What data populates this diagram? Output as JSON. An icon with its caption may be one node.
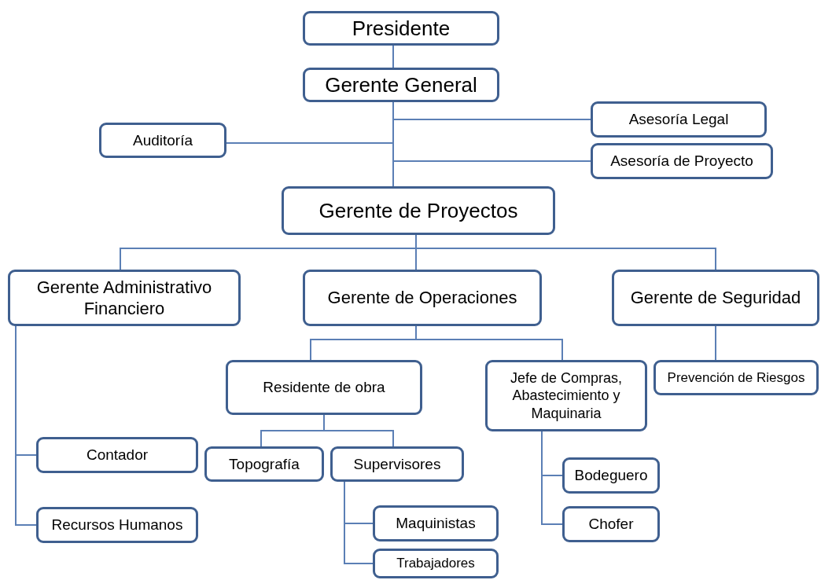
{
  "diagram": {
    "nodes": [
      {
        "text": [
          "Presidente"
        ]
      },
      {
        "text": [
          "Gerente General"
        ]
      },
      {
        "text": [
          "Auditoría"
        ]
      },
      {
        "text": [
          "Asesoría Legal"
        ]
      },
      {
        "text": [
          "Asesoría de Proyecto"
        ]
      },
      {
        "text": [
          "Gerente de Proyectos"
        ]
      },
      {
        "text": [
          "Gerente Administrativo Financiero"
        ]
      },
      {
        "text": [
          "Gerente de Operaciones"
        ]
      },
      {
        "text": [
          "Gerente de Seguridad"
        ]
      },
      {
        "text": [
          "Residente de obra"
        ]
      },
      {
        "text": [
          "Jefe de Compras, Abastecimiento y Maquinaria"
        ]
      },
      {
        "text": [
          "Prevención de Riesgos"
        ]
      },
      {
        "text": [
          "Contador"
        ]
      },
      {
        "text": [
          "Recursos Humanos"
        ]
      },
      {
        "text": [
          "Topografía"
        ]
      },
      {
        "text": [
          "Supervisores"
        ]
      },
      {
        "text": [
          "Maquinistas"
        ]
      },
      {
        "text": [
          "Trabajadores"
        ]
      },
      {
        "text": [
          "Bodeguero"
        ]
      },
      {
        "text": [
          "Chofer"
        ]
      }
    ],
    "edges": [
      {
        "from": 0,
        "to": 1,
        "arrow": "none"
      },
      {
        "from": 1,
        "to": 5,
        "arrow": "none"
      },
      {
        "from": 1,
        "to": 2,
        "arrow": "none"
      },
      {
        "from": 1,
        "to": 3,
        "arrow": "none"
      },
      {
        "from": 1,
        "to": 4,
        "arrow": "none"
      },
      {
        "from": 5,
        "to": 6,
        "arrow": "none"
      },
      {
        "from": 5,
        "to": 7,
        "arrow": "none"
      },
      {
        "from": 5,
        "to": 8,
        "arrow": "none"
      },
      {
        "from": 6,
        "to": 12,
        "arrow": "none"
      },
      {
        "from": 6,
        "to": 13,
        "arrow": "none"
      },
      {
        "from": 7,
        "to": 9,
        "arrow": "none"
      },
      {
        "from": 7,
        "to": 10,
        "arrow": "none"
      },
      {
        "from": 8,
        "to": 11,
        "arrow": "none"
      },
      {
        "from": 9,
        "to": 14,
        "arrow": "none"
      },
      {
        "from": 9,
        "to": 15,
        "arrow": "none"
      },
      {
        "from": 15,
        "to": 16,
        "arrow": "none"
      },
      {
        "from": 15,
        "to": 17,
        "arrow": "none"
      },
      {
        "from": 10,
        "to": 18,
        "arrow": "none"
      },
      {
        "from": 10,
        "to": 19,
        "arrow": "none"
      }
    ]
  }
}
